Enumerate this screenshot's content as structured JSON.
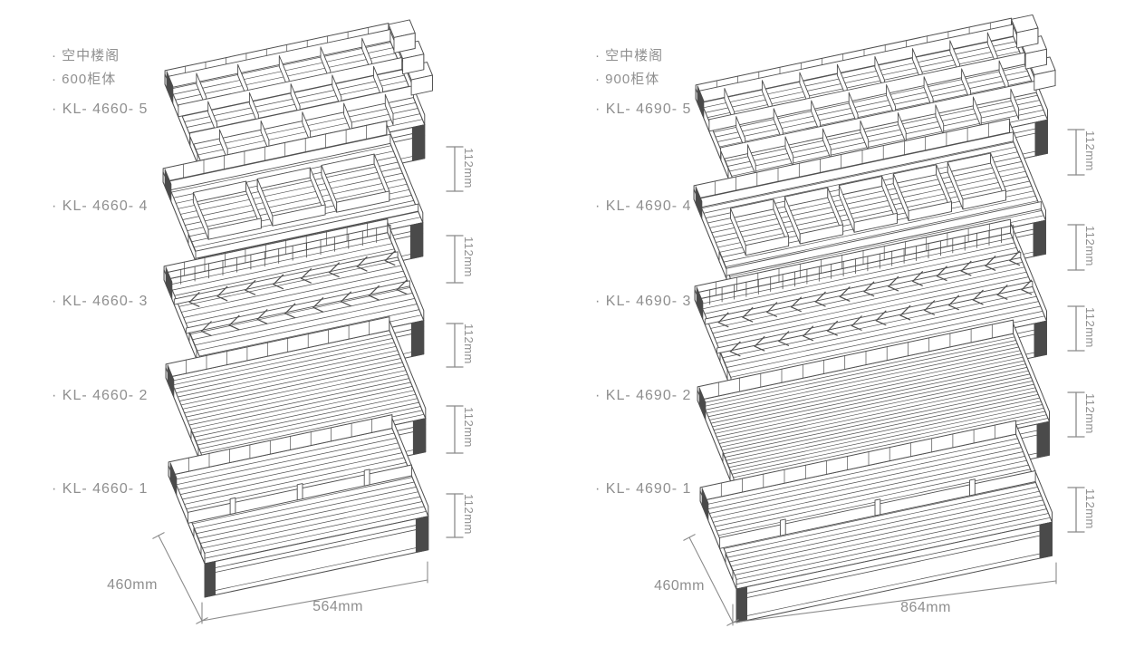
{
  "colors": {
    "background": "#ffffff",
    "line_art": "#4f4f4f",
    "dark_fill": "#4a4a4a",
    "dimension": "#8b8b8b",
    "text": "#8f8f8f"
  },
  "left": {
    "header": [
      "· 空中楼阁",
      "· 600柜体"
    ],
    "drawers": [
      {
        "label": "· KL- 4660- 5",
        "height": "112mm"
      },
      {
        "label": "· KL- 4660- 4",
        "height": "112mm"
      },
      {
        "label": "· KL- 4660- 3",
        "height": "112mm"
      },
      {
        "label": "· KL- 4660- 2",
        "height": "112mm"
      },
      {
        "label": "· KL- 4660- 1",
        "height": "112mm"
      }
    ],
    "depth_label": "460mm",
    "width_label": "564mm"
  },
  "right": {
    "header": [
      "· 空中楼阁",
      "· 900柜体"
    ],
    "drawers": [
      {
        "label": "· KL- 4690- 5",
        "height": "112mm"
      },
      {
        "label": "· KL- 4690- 4",
        "height": "112mm"
      },
      {
        "label": "· KL- 4690- 3",
        "height": "112mm"
      },
      {
        "label": "· KL- 4690- 2",
        "height": "112mm"
      },
      {
        "label": "· KL- 4690- 1",
        "height": "112mm"
      }
    ],
    "depth_label": "460mm",
    "width_label": "864mm"
  }
}
